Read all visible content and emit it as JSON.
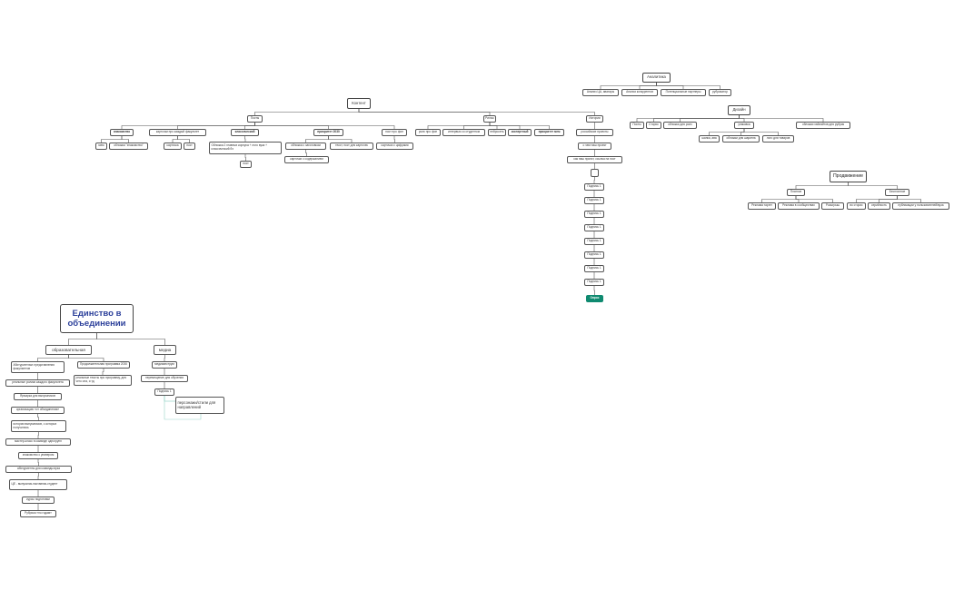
{
  "analytics": {
    "title": "Аналитика",
    "items": [
      "Анализ ЦА, аватары",
      "Анализ конкурентов",
      "Потенциальные партнеры",
      "рубрикатор"
    ]
  },
  "design": {
    "title": "Дизайн",
    "items": [
      "Посты",
      "Сторис",
      "обложки для рилс",
      "упаковка",
      "обложки хайлайтов для рубрик"
    ],
    "packaging": [
      "шапка, ава",
      "обложки для шаринга",
      "лого для товаров"
    ]
  },
  "content": {
    "title": "Контент",
    "posts": {
      "title": "Посты",
      "groups": [
        {
          "label": "знакомство",
          "children": [
            "мем",
            "обложка \"знакомство\""
          ]
        },
        {
          "label": "карточки про каждый факультет",
          "children": [
            "карточка",
            "пост"
          ]
        },
        {
          "label": "классический",
          "children": [
            "Обложка 2 главных корпуса + лого вуза + классический бэ"
          ],
          "leaf": "пост"
        },
        {
          "label": "приоритет 2030",
          "children": [
            "обложка с заголовком",
            "текст, пост для карточек"
          ],
          "leaf": "карточки с содержанием"
        },
        {
          "label": "пост про фон",
          "children": [
            "карточки с цифрами"
          ]
        }
      ]
    },
    "reels": {
      "title": "Рилсы",
      "items": [
        "рилс про фон",
        "интервью со студентом",
        "нейросеть",
        "экспертный",
        "приоритет мем"
      ]
    },
    "stories": {
      "title": "Истории",
      "chain": [
        "российские проекты",
        "о чем наш проект",
        "как наш проект, ссылка на пост"
      ],
      "pages": [
        "Подпись 1",
        "Подпись 1",
        "Подпись 1",
        "Подпись 1",
        "Подпись 1",
        "Подпись 1",
        "Подпись 1",
        "Подпись 1"
      ],
      "final": "Опрос"
    }
  },
  "promotion": {
    "title": "Продвижение",
    "paid": {
      "title": "Платное",
      "items": [
        "Реклама таргет",
        "Реклама в сообществах",
        "Розыгрыш"
      ]
    },
    "free": {
      "title": "Бесплатное",
      "items": [
        "во сторис",
        "серийность",
        "публикации у пользователей/вуза"
      ]
    }
  },
  "unity": {
    "title": "Единство в объединении",
    "edu": {
      "title": "образовательная",
      "chain": [
        "Абитуриентам: представления факультетов",
        "реальные ролики каждого факультета",
        "Ярмаркa для выпускников",
        "организацию «от объединения»",
        "истории выпускников, с которых получились",
        "мастер-класс в команде одногрупп",
        "знакомство с универом",
        "абитуриенты для команды вуза",
        "ЦЕ - выпускник-наставник-студент",
        "курсы подготовки",
        "Рубрика «по годам»"
      ],
      "side": {
        "title": "Продолжительная программа 2030",
        "child": "реальные тексты про программу, для чего она, и тд"
      }
    },
    "media": {
      "title": "медиа",
      "chain": [
        "медиаинструм",
        "перемещение для обучения",
        "Подпись 1"
      ],
      "note": "персонажи/стили для направлений"
    }
  }
}
